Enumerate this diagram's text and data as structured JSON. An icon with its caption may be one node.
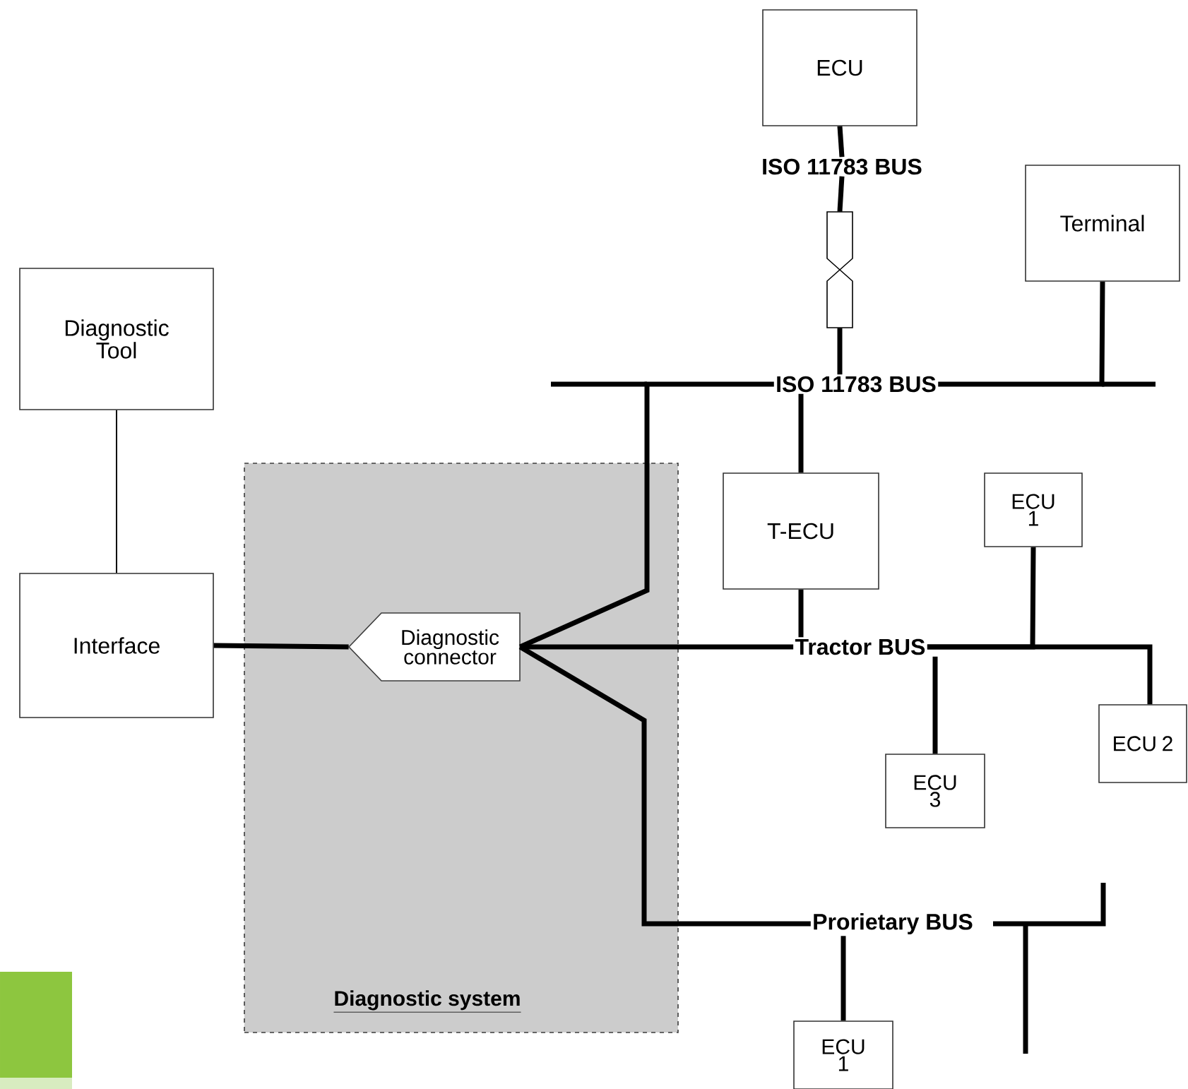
{
  "diagram": {
    "nodes": [
      {
        "text": [
          "ECU"
        ]
      },
      {
        "text": [
          "ISO 11783 BUS"
        ]
      },
      {
        "text": [],
        "shape": "box"
      },
      {
        "text": [
          "Terminal"
        ]
      },
      {
        "text": [
          "Diagnostic Tool"
        ]
      },
      {
        "text": [
          "ISO 11783 BUS"
        ]
      },
      {
        "text": [
          "Diagnostic system"
        ]
      },
      {
        "text": [
          "T-ECU"
        ]
      },
      {
        "text": [
          "ECU 1"
        ]
      },
      {
        "text": [
          "Interface"
        ]
      },
      {
        "text": [
          "Diagnostic connector"
        ],
        "in": 6
      },
      {
        "text": [
          "Tractor BUS"
        ]
      },
      {
        "text": [
          "ECU 2"
        ]
      },
      {
        "text": [
          "ECU 3"
        ]
      },
      {
        "text": [
          "Prorietary BUS"
        ]
      },
      {
        "text": [
          "ECU 1"
        ]
      }
    ],
    "edges": [
      {
        "from": 0,
        "to": 1,
        "arrow": "none"
      },
      {
        "from": 1,
        "to": 2,
        "arrow": "none"
      },
      {
        "from": 2,
        "to": 5,
        "arrow": "none"
      },
      {
        "from": 3,
        "to": 5,
        "arrow": "none"
      },
      {
        "from": 4,
        "to": 9,
        "arrow": "none"
      },
      {
        "from": 9,
        "to": 10,
        "arrow": "none"
      },
      {
        "from": 10,
        "to": 5,
        "arrow": "none"
      },
      {
        "from": 5,
        "to": 7,
        "arrow": "none"
      },
      {
        "from": 7,
        "to": 11,
        "arrow": "none"
      },
      {
        "from": 10,
        "to": 11,
        "arrow": "none"
      },
      {
        "from": 8,
        "to": 11,
        "arrow": "none"
      },
      {
        "from": 11,
        "to": 12,
        "arrow": "none"
      },
      {
        "from": 11,
        "to": 13,
        "arrow": "none"
      },
      {
        "from": 10,
        "to": 14,
        "arrow": "none"
      },
      {
        "from": 14,
        "to": 15,
        "arrow": "none"
      }
    ]
  }
}
